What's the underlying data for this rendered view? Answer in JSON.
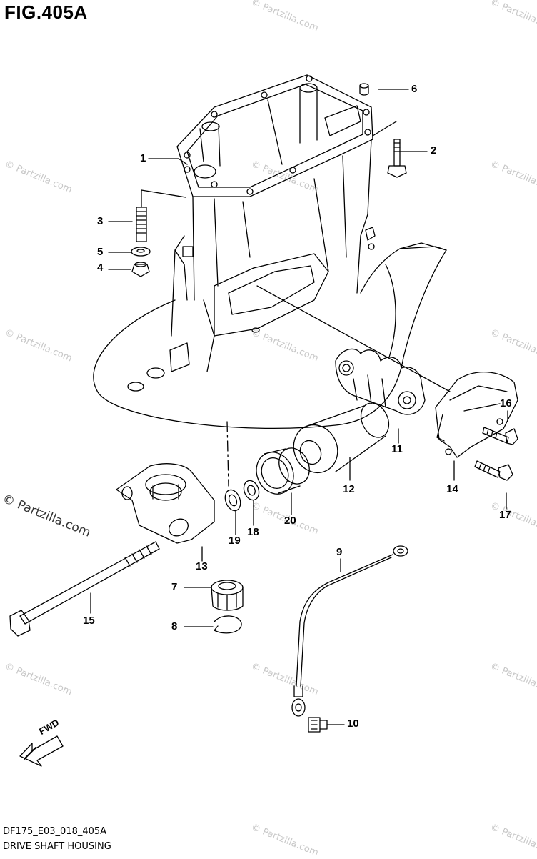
{
  "figure_title": "FIG.405A",
  "diagram_code": "DF175_E03_018_405A",
  "diagram_name": "DRIVE SHAFT HOUSING",
  "watermark_text": "© Partzilla.com",
  "fwd_label": "FWD",
  "callouts": {
    "c1": "1",
    "c2": "2",
    "c3": "3",
    "c4": "4",
    "c5": "5",
    "c6": "6",
    "c7": "7",
    "c8": "8",
    "c9": "9",
    "c10": "10",
    "c11": "11",
    "c12": "12",
    "c13": "13",
    "c14": "14",
    "c15": "15",
    "c16": "16",
    "c17": "17",
    "c18": "18",
    "c19": "19",
    "c20": "20"
  }
}
